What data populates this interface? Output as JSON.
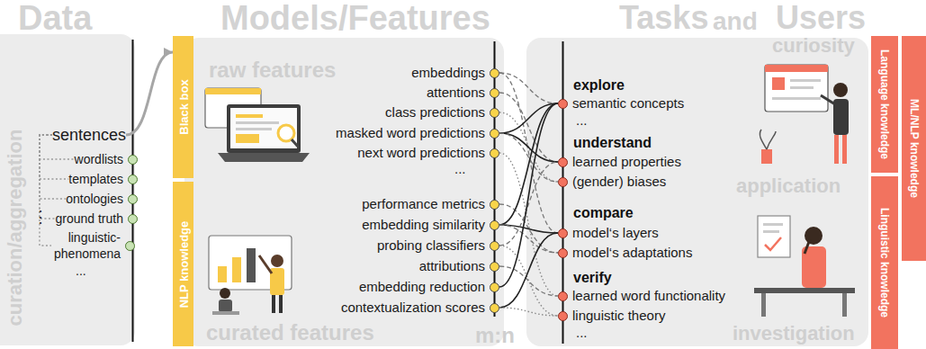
{
  "diagram": {
    "nodes": [
      {
        "text": [
          "Data",
          "curation/aggregation"
        ]
      },
      {
        "text": [
          "sentences"
        ],
        "in": 0
      },
      {
        "text": [
          "wordlists"
        ],
        "in": 0
      },
      {
        "text": [
          "templates"
        ],
        "in": 0
      },
      {
        "text": [
          "ontologies"
        ],
        "in": 0
      },
      {
        "text": [
          "ground truth"
        ],
        "in": 0
      },
      {
        "text": [
          "linguistic- phenomena"
        ],
        "in": 0
      },
      {
        "text": [
          "Black box"
        ]
      },
      {
        "text": [
          "NLP knowledge"
        ]
      },
      {
        "text": [
          "Models/Features",
          "raw features",
          "curated features"
        ]
      },
      {
        "text": [
          "embeddings"
        ],
        "in": 9
      },
      {
        "text": [
          "attentions"
        ],
        "in": 9
      },
      {
        "text": [
          "class predictions"
        ],
        "in": 9
      },
      {
        "text": [
          "masked word predictions"
        ],
        "in": 9
      },
      {
        "text": [
          "next word predictions"
        ],
        "in": 9
      },
      {
        "text": [
          "performance metrics"
        ],
        "in": 9
      },
      {
        "text": [
          "embedding similarity"
        ],
        "in": 9
      },
      {
        "text": [
          "probing classifiers"
        ],
        "in": 9
      },
      {
        "text": [
          "attributions"
        ],
        "in": 9
      },
      {
        "text": [
          "embedding reduction"
        ],
        "in": 9
      },
      {
        "text": [
          "contextualization scores"
        ],
        "in": 9
      },
      {
        "text": [
          "Tasks",
          "and",
          "Users",
          "curiosity",
          "application",
          "investigation"
        ]
      },
      {
        "text": [
          "semantic concepts"
        ],
        "in": 21
      },
      {
        "text": [
          "learned properties"
        ],
        "in": 21
      },
      {
        "text": [
          "(gender) biases"
        ],
        "in": 21
      },
      {
        "text": [
          "model‘s layers"
        ],
        "in": 21
      },
      {
        "text": [
          "model‘s adaptations"
        ],
        "in": 21
      },
      {
        "text": [
          "learned word functionality"
        ],
        "in": 21
      },
      {
        "text": [
          "linguistic theory"
        ],
        "in": 21
      },
      {
        "text": [
          "Language knowledge"
        ]
      },
      {
        "text": [
          "ML/NLP knowledge"
        ]
      },
      {
        "text": [
          "Linguistic knowledge"
        ]
      }
    ],
    "edges": [
      {
        "from": 1,
        "to": 2,
        "arrow": "none"
      },
      {
        "from": 1,
        "to": 3,
        "arrow": "none"
      },
      {
        "from": 1,
        "to": 4,
        "arrow": "none"
      },
      {
        "from": 1,
        "to": 5,
        "arrow": "none"
      },
      {
        "from": 1,
        "to": 6,
        "arrow": "none"
      },
      {
        "from": 1,
        "to": 7,
        "arrow": "to"
      },
      {
        "from": 10,
        "to": 22,
        "arrow": "none"
      },
      {
        "from": 10,
        "to": 25,
        "arrow": "none"
      },
      {
        "from": 11,
        "to": 23,
        "arrow": "none"
      },
      {
        "from": 12,
        "to": 24,
        "arrow": "none"
      },
      {
        "from": 13,
        "to": 22,
        "arrow": "none"
      },
      {
        "from": 13,
        "to": 23,
        "arrow": "none"
      },
      {
        "from": 13,
        "to": 24,
        "arrow": "none"
      },
      {
        "from": 14,
        "to": 27,
        "arrow": "none"
      },
      {
        "from": 15,
        "to": 26,
        "arrow": "none"
      },
      {
        "from": 16,
        "to": 22,
        "arrow": "none"
      },
      {
        "from": 16,
        "to": 25,
        "arrow": "none"
      },
      {
        "from": 16,
        "to": 26,
        "arrow": "none"
      },
      {
        "from": 17,
        "to": 23,
        "arrow": "none"
      },
      {
        "from": 17,
        "to": 28,
        "arrow": "none"
      },
      {
        "from": 18,
        "to": 27,
        "arrow": "none"
      },
      {
        "from": 19,
        "to": 22,
        "arrow": "none"
      },
      {
        "from": 20,
        "to": 25,
        "arrow": "none"
      },
      {
        "from": 20,
        "to": 28,
        "arrow": "none"
      }
    ],
    "labels": [
      "⋮",
      "...",
      "...",
      "explore",
      "...",
      "understand",
      "compare",
      "verify",
      "...",
      "m:n"
    ]
  }
}
